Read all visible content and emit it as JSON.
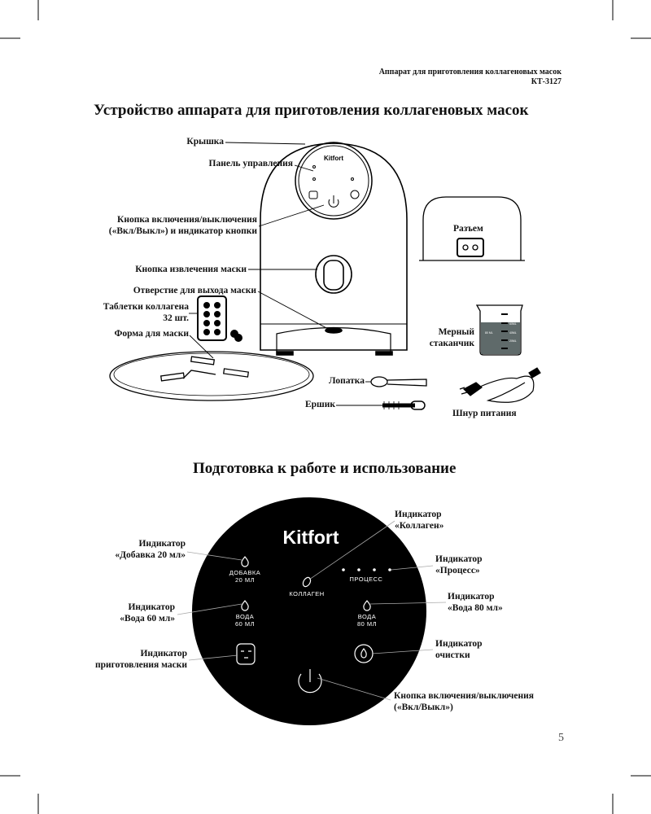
{
  "header": {
    "line1": "Аппарат для приготовления коллагеновых масок",
    "model": "КТ-3127"
  },
  "section1": {
    "title": "Устройство аппарата для приготовления коллагеновых масок",
    "labels": {
      "lid": "Крышка",
      "panel": "Панель управления",
      "power1": "Кнопка включения/выключения",
      "power2": "(«Вкл/Выкл») и индикатор кнопки",
      "eject": "Кнопка извлечения маски",
      "outlet": "Отверстие для выхода маски",
      "tablets1": "Таблетки коллагена",
      "tablets2": "32 шт.",
      "form": "Форма для маски",
      "connector": "Разъем",
      "cup1": "Мерный",
      "cup2": "стаканчик",
      "spatula": "Лопатка",
      "brush": "Ершик",
      "cord": "Шнур питания"
    },
    "brand": "Kitfort",
    "cup_marks": [
      "80 ML",
      "60ML",
      "40ML",
      "20ML"
    ]
  },
  "section2": {
    "title": "Подготовка к работе и использование",
    "panel": {
      "brand": "Kitfort",
      "additive": [
        "ДОБАВКА",
        "20 МЛ"
      ],
      "water60": [
        "ВОДА",
        "60 МЛ"
      ],
      "water80": [
        "ВОДА",
        "80 МЛ"
      ],
      "collagen": "КОЛЛАГЕН",
      "process": "ПРОЦЕСС"
    },
    "callouts": {
      "additive": [
        "Индикатор",
        "«Добавка 20 мл»"
      ],
      "water60": [
        "Индикатор",
        "«Вода 60 мл»"
      ],
      "mask": [
        "Индикатор",
        "приготовления маски"
      ],
      "collagen": [
        "Индикатор",
        "«Коллаген»"
      ],
      "process": [
        "Индикатор",
        "«Процесс»"
      ],
      "water80": [
        "Индикатор",
        "«Вода 80 мл»"
      ],
      "clean": [
        "Индикатор",
        "очистки"
      ],
      "power": [
        "Кнопка включения/выключения",
        "(«Вкл/Выкл»)"
      ]
    }
  },
  "page_number": "5"
}
